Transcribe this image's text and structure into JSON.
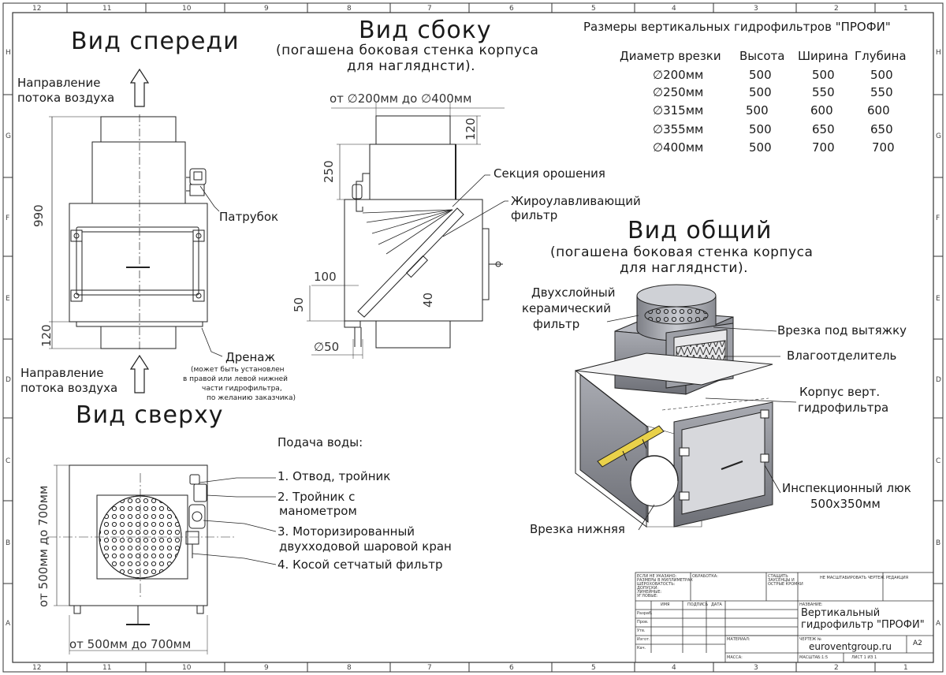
{
  "zones": {
    "cols": [
      "12",
      "11",
      "10",
      "9",
      "8",
      "7",
      "6",
      "5",
      "4",
      "3",
      "2",
      "1"
    ],
    "rows": [
      "H",
      "G",
      "F",
      "E",
      "D",
      "C",
      "B",
      "A"
    ]
  },
  "views": {
    "front": "Вид спереди",
    "side": "Вид сбоку",
    "side_note_1": "(погашена боковая стенка корпуса",
    "side_note_2": "для нагляднсти).",
    "top": "Вид сверху",
    "general": "Вид общий",
    "general_note_1": "(погашена боковая стенка корпуса",
    "general_note_2": "для нагляднсти)."
  },
  "front": {
    "airflow_top_1": "Направление",
    "airflow_top_2": "потока воздуха",
    "airflow_bottom_1": "Направление",
    "airflow_bottom_2": "потока воздуха",
    "dim_height": "990",
    "dim_bottom": "120",
    "patrubok": "Патрубок",
    "drain": "Дренаж",
    "drain_note_1": "(может быть установлен",
    "drain_note_2": "в правой или левой нижней",
    "drain_note_3": "части гидрофильтра,",
    "drain_note_4": "по желанию заказчика)"
  },
  "side": {
    "dim_range": "от ∅200мм до ∅400мм",
    "dim_120": "120",
    "dim_250": "250",
    "dim_100": "100",
    "dim_50": "50",
    "dim_40": "40",
    "dim_d50": "∅50",
    "irrigation": "Секция орошения",
    "grease_1": "Жироулавливающий",
    "grease_2": "фильтр"
  },
  "table": {
    "title": "Размеры вертикальных гидрофильтров \"ПРОФИ\"",
    "headers": [
      "Диаметр врезки",
      "Высота",
      "Ширина",
      "Глубина"
    ],
    "rows": [
      [
        "∅200мм",
        "500",
        "500",
        "500"
      ],
      [
        "∅250мм",
        "500",
        "550",
        "550"
      ],
      [
        "∅315мм",
        "500",
        "600",
        "600"
      ],
      [
        "∅355мм",
        "500",
        "650",
        "650"
      ],
      [
        "∅400мм",
        "500",
        "700",
        "700"
      ]
    ]
  },
  "general": {
    "ceramic_1": "Двухслойный",
    "ceramic_2": "керамический",
    "ceramic_3": "фильтр",
    "exhaust": "Врезка под вытяжку",
    "separator": "Влагоотделитель",
    "body_1": "Корпус верт.",
    "body_2": "гидрофильтра",
    "hatch_1": "Инспекционный люк",
    "hatch_2": "500x350мм",
    "bottom_inlet": "Врезка нижняя"
  },
  "water": {
    "title": "Подача воды:",
    "item1": "1. Отвод, тройник",
    "item2a": "2. Тройник с",
    "item2b": "манометром",
    "item3a": "3. Моторизированный",
    "item3b": "двухходовой шаровой кран",
    "item4": "4. Косой сетчатый фильтр"
  },
  "top": {
    "dim_vertical": "от 500мм до 700мм",
    "dim_horizontal": "от 500мм до 700мм"
  },
  "title_block": {
    "label_tolerances": "ЕСЛИ НЕ УКАЗАНО:\nРАЗМЕРЫ В МИЛЛИМЕТРАХ\nШЕРОХОВАТОСТЬ:\nДОПУСКИ:\nЛИНЕЙНЫЕ:\nУГЛОВЫЕ:",
    "label_finish": "ОБРАБОТКА:",
    "label_edges": "СТАЩИТЬ\nЗАУСЕНЦЫ И\nОСТРЫЕ КРОМКИ",
    "label_noscale": "НЕ МАСШТАБИРОВАТЬ ЧЕРТЕЖ",
    "label_revision": "РЕДАКЦИЯ",
    "col_name": "ИМЯ",
    "col_sign": "ПОДПИСЬ",
    "col_date": "ДАТА",
    "row_dev": "Разраб.",
    "row_check": "Пров.",
    "row_appr": "Утв.",
    "row_manuf": "Изгот.",
    "row_qa": "Кач.",
    "label_name": "НАЗВАНИЕ:",
    "title_1": "Вертикальный",
    "title_2": "гидрофильтр \"ПРОФИ\"",
    "label_material": "МАТЕРИАЛ:",
    "label_drawing_no": "ЧЕРТЕЖ №",
    "drawing_no": "euroventgroup.ru",
    "sheet_size": "A2",
    "label_weight": "МАССА:",
    "label_scale": "МАСШТАБ:1:5",
    "label_sheet": "ЛИСТ 1 ИЗ 1"
  }
}
